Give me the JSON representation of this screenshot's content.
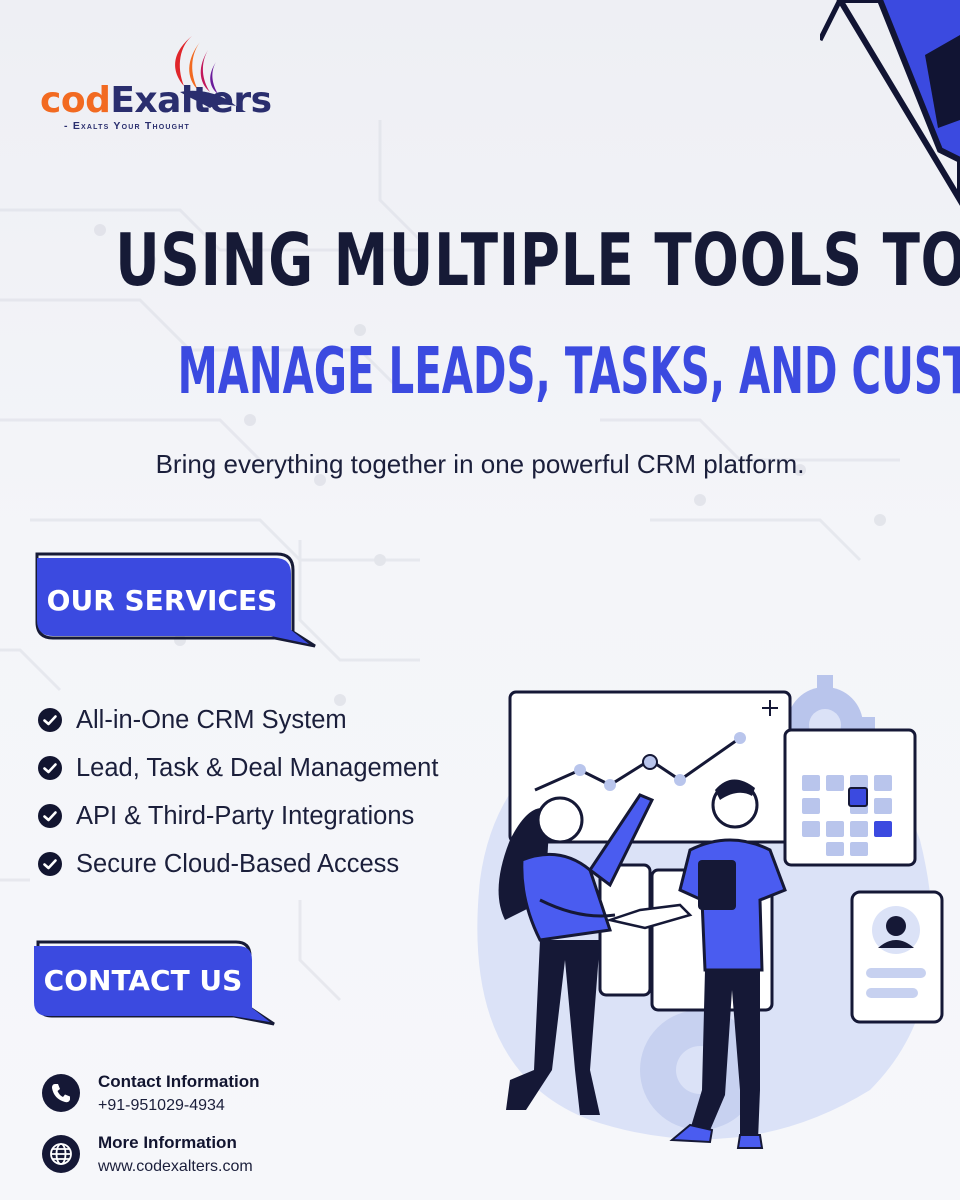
{
  "brand": {
    "name_part1": "cod",
    "name_part2": "Exalters",
    "tagline": "- Exalts Your Thought",
    "colors": {
      "orange": "#f26a21",
      "navy": "#2a2e6e",
      "accent": "#3b4ae0",
      "dark": "#161a36"
    }
  },
  "headline": {
    "line1": "USING MULTIPLE TOOLS TO",
    "line2": "MANAGE LEADS, TASKS, AND CUSTOMERS?"
  },
  "subtitle": "Bring everything together in one powerful CRM platform.",
  "services": {
    "label": "OUR SERVICES",
    "items": [
      {
        "text": "All-in-One CRM System",
        "icon": "check-circle-icon"
      },
      {
        "text": "Lead, Task & Deal Management",
        "icon": "check-circle-icon"
      },
      {
        "text": "API & Third-Party Integrations",
        "icon": "check-circle-icon"
      },
      {
        "text": "Secure Cloud-Based Access",
        "icon": "check-circle-icon"
      }
    ]
  },
  "contact": {
    "label": "CONTACT US",
    "phone": {
      "title": "Contact Information",
      "value": "+91-951029-4934",
      "icon": "phone-icon"
    },
    "web": {
      "title": "More Information",
      "value": "www.codexalters.com",
      "icon": "globe-icon"
    }
  }
}
